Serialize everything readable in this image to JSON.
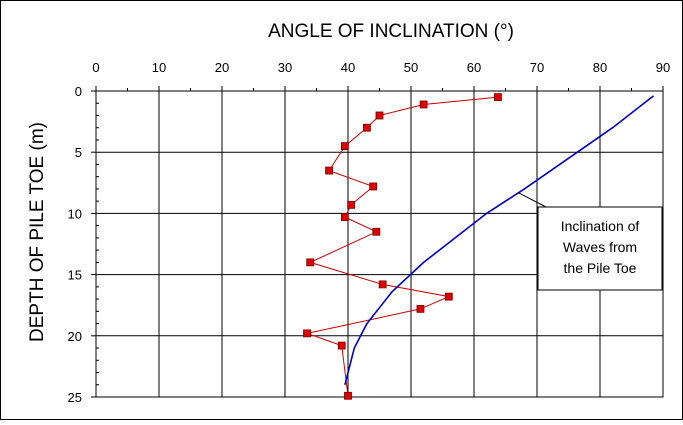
{
  "chart_data": {
    "type": "scatter",
    "title": "ANGLE OF INCLINATION  (°)",
    "xlabel": "ANGLE OF INCLINATION  (°)",
    "ylabel": "DEPTH OF PILE TOE  (m)",
    "xlim": [
      0,
      90
    ],
    "ylim": [
      0,
      25
    ],
    "y_inverted": true,
    "x_axis_position": "top",
    "grid": true,
    "xticks": [
      0,
      10,
      20,
      30,
      40,
      50,
      60,
      70,
      80,
      90
    ],
    "yticks": [
      0,
      5,
      10,
      15,
      20,
      25
    ],
    "series": [
      {
        "marker": "square",
        "line": true,
        "color": "#cc0000",
        "marker_color": "#dd0000",
        "points": [
          {
            "x": 63.8,
            "y": 0.5
          },
          {
            "x": 52.0,
            "y": 1.1
          },
          {
            "x": 45.0,
            "y": 2.0
          },
          {
            "x": 43.0,
            "y": 3.0
          },
          {
            "x": 39.5,
            "y": 4.5
          },
          {
            "x": 37.0,
            "y": 6.5
          },
          {
            "x": 44.0,
            "y": 7.8
          },
          {
            "x": 40.5,
            "y": 9.3
          },
          {
            "x": 39.5,
            "y": 10.3
          },
          {
            "x": 44.5,
            "y": 11.5
          },
          {
            "x": 34.0,
            "y": 14.0
          },
          {
            "x": 45.5,
            "y": 15.8
          },
          {
            "x": 56.0,
            "y": 16.8
          },
          {
            "x": 51.5,
            "y": 17.8
          },
          {
            "x": 33.5,
            "y": 19.8
          },
          {
            "x": 39.0,
            "y": 20.8
          },
          {
            "x": 40.0,
            "y": 24.9
          }
        ]
      },
      {
        "marker": "none",
        "line": true,
        "color": "#0000cc",
        "points": [
          {
            "x": 88.5,
            "y": 0.4
          },
          {
            "x": 82.0,
            "y": 3.0
          },
          {
            "x": 75.0,
            "y": 5.5
          },
          {
            "x": 68.0,
            "y": 8.0
          },
          {
            "x": 62.0,
            "y": 10.0
          },
          {
            "x": 57.0,
            "y": 12.0
          },
          {
            "x": 52.0,
            "y": 14.0
          },
          {
            "x": 47.0,
            "y": 16.4
          },
          {
            "x": 43.0,
            "y": 19.0
          },
          {
            "x": 41.0,
            "y": 21.0
          },
          {
            "x": 39.5,
            "y": 24.0
          }
        ]
      }
    ],
    "annotations": [
      {
        "lines": [
          "Inclination of",
          "Waves from",
          "the Pile Toe"
        ],
        "points_to": {
          "x": 67,
          "y": 8.3
        }
      }
    ]
  }
}
